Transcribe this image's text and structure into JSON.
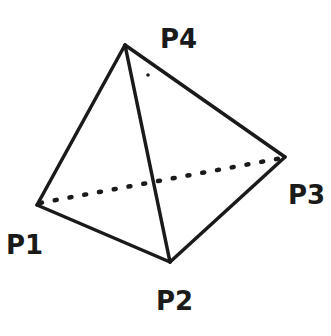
{
  "diagram": {
    "labels": [
      "P4",
      "P1",
      "P2",
      "P3"
    ]
  }
}
